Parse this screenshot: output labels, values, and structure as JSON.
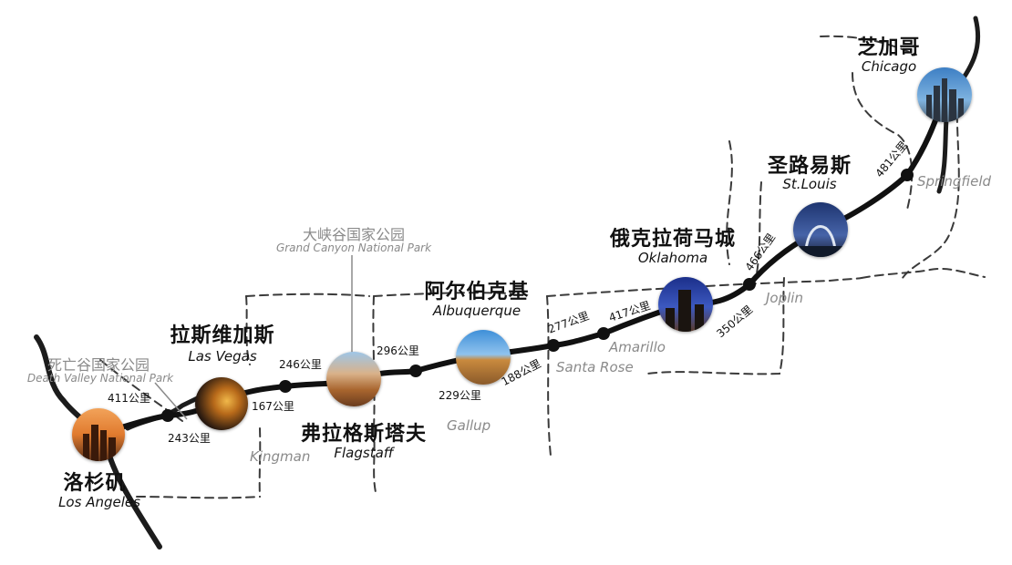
{
  "cities": {
    "chicago": {
      "zh": "芝加哥",
      "en": "Chicago"
    },
    "st_louis": {
      "zh": "圣路易斯",
      "en": "St.Louis"
    },
    "oklahoma": {
      "zh": "俄克拉荷马城",
      "en": "Oklahoma"
    },
    "albuquerque": {
      "zh": "阿尔伯克基",
      "en": "Albuquerque"
    },
    "las_vegas": {
      "zh": "拉斯维加斯",
      "en": "Las Vegas"
    },
    "flagstaff": {
      "zh": "弗拉格斯塔夫",
      "en": "Flagstaff"
    },
    "los_angeles": {
      "zh": "洛杉矶",
      "en": "Los Angeles"
    }
  },
  "parks": {
    "grand_canyon": {
      "zh": "大峡谷国家公园",
      "en": "Grand Canyon National Park"
    },
    "death_valley": {
      "zh": "死亡谷国家公园",
      "en": "Death Valley National Park"
    }
  },
  "towns": {
    "springfield": "Springfield",
    "joplin": "Joplin",
    "amarillo": "Amarillo",
    "santa_rose": "Santa Rose",
    "gallup": "Gallup",
    "kingman": "Kingman"
  },
  "distances": {
    "d411": "411公里",
    "d243": "243公里",
    "d167": "167公里",
    "d246": "246公里",
    "d296": "296公里",
    "d229": "229公里",
    "d188": "188公里",
    "d277": "277公里",
    "d417": "417公里",
    "d350": "350公里",
    "d466": "466公里",
    "d481": "481公里"
  },
  "colors": {
    "route": "#111111",
    "border": "#3a3a3a",
    "gray_text": "#8a8a8a"
  }
}
